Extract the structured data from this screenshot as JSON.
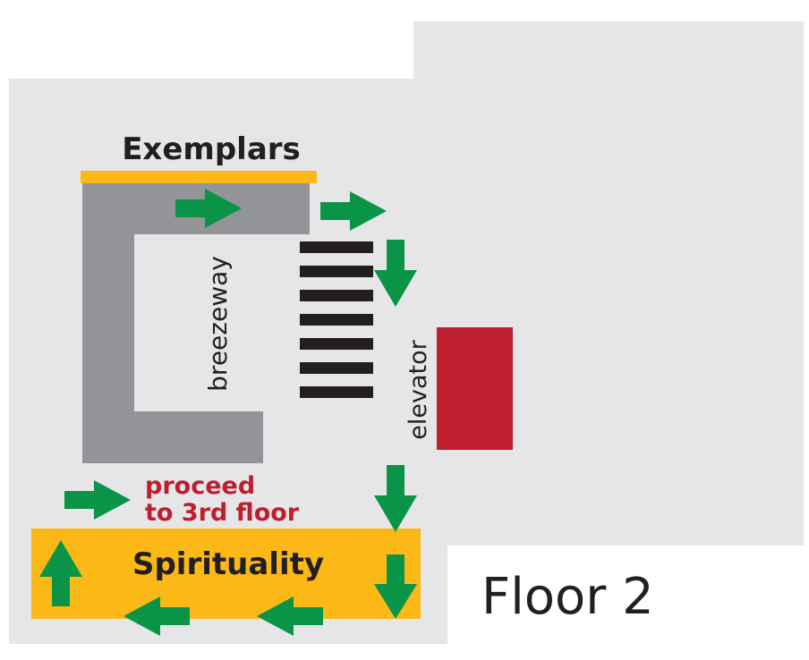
{
  "labels": {
    "exemplars": "Exemplars",
    "breezeway": "breezeway",
    "elevator": "elevator",
    "proceed_line1": "proceed",
    "proceed_line2": "to 3rd floor",
    "spirituality": "Spirituality",
    "floor": "Floor 2"
  },
  "colors": {
    "floor_background": "#e6e6e8",
    "walkway": "#929497",
    "exemplars_bar": "#fbb816",
    "spirituality_zone": "#fbb816",
    "elevator": "#be1e2d",
    "stairs": "#231f20",
    "arrow": "#0a9448",
    "note_text": "#be1e2d",
    "text": "#231f20"
  },
  "icons": {
    "arrow": "green-direction-arrow",
    "stairs": "stairs-icon"
  }
}
